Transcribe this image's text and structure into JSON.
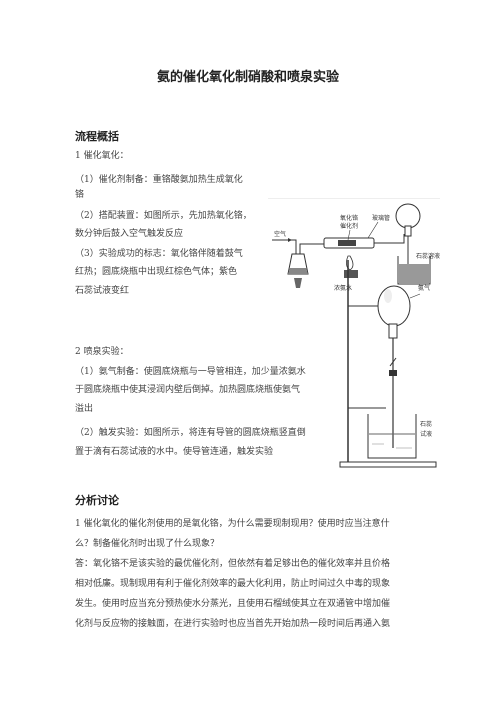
{
  "title": "氨的催化氧化制硝酸和喷泉实验",
  "section1": {
    "heading": "流程概括",
    "lines": [
      "1 催化氧化：",
      "（1）催化剂制备：重铬酸氨加热生成氧化",
      "铬",
      "（2）搭配装置：如图所示，先加热氧化铬，",
      "数分钟后鼓入空气触发反应",
      "（3）实验成功的标志：氧化铬伴随着鼓气",
      "红热；圆底烧瓶中出现红棕色气体；紫色",
      "石蕊试液变红"
    ],
    "lines2": [
      "2  喷泉实验：",
      "（1）氨气制备：使圆底烧瓶与一导管相连，加少量浓氨水",
      "于圆底烧瓶中使其浸润内壁后倒掉。加热圆底烧瓶使氨气",
      "溢出",
      "（2）触发实验：如图所示，将连有导管的圆底烧瓶竖直倒",
      "置于滴有石蕊试液的水中。使导管连通，触发实验"
    ]
  },
  "figure1": {
    "labels": {
      "air": "空气",
      "catalyst_line1": "氧化铬",
      "catalyst_line2": "催化剂",
      "flask": "玻璃管",
      "ammonia": "浓氨水",
      "litmus": "石蕊溶液"
    }
  },
  "figure2": {
    "labels": {
      "gas": "氨气",
      "litmus_line1": "石蕊",
      "litmus_line2": "试液"
    }
  },
  "section2": {
    "heading": "分析讨论",
    "q_lines": [
      "1  催化氧化的催化剂使用的是氧化铬，为什么需要现制现用？使用时应当注意什",
      "么？制备催化剂时出现了什么现象？"
    ],
    "a_lines": [
      "答：氧化铬不是该实验的最优催化剂，但依然有着足够出色的催化效率并且价格",
      "相对低廉。现制现用有利于催化剂效率的最大化利用，防止时间过久中毒的现象",
      "发生。使用时应当充分预热使水分蒸光，且使用石榴绒使其立在双通管中增加催",
      "化剂与反应物的接触面，在进行实验时也应当首先开始加热一段时间后再通入氨"
    ]
  }
}
